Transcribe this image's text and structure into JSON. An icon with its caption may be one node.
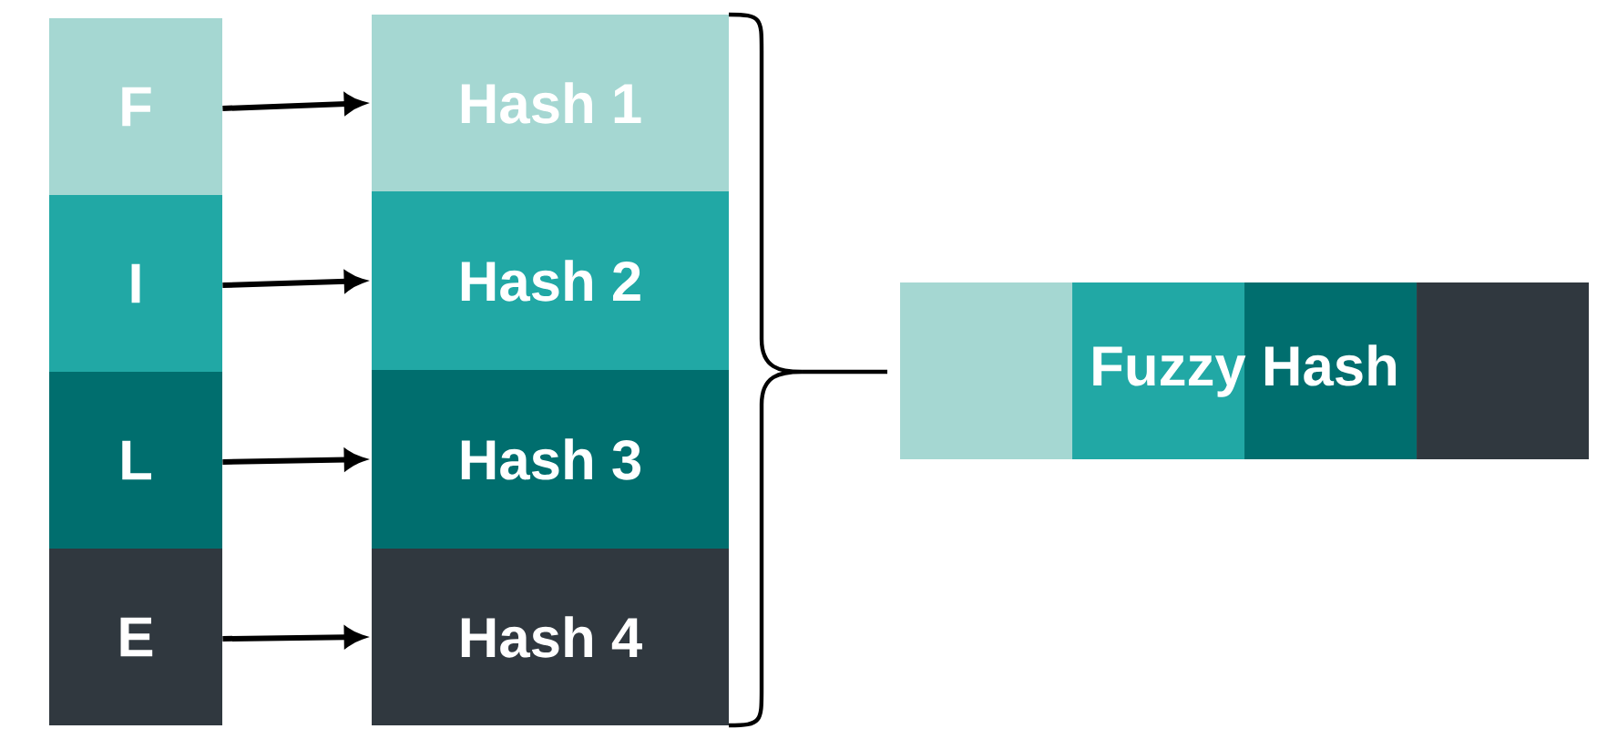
{
  "diagram": {
    "nodes": [
      {
        "text": [
          "F"
        ]
      },
      {
        "text": [
          "I"
        ]
      },
      {
        "text": [
          "L"
        ]
      },
      {
        "text": [
          "E"
        ]
      },
      {
        "text": [
          "Hash 1"
        ]
      },
      {
        "text": [
          "Hash 2"
        ]
      },
      {
        "text": [
          "Hash 3"
        ]
      },
      {
        "text": [
          "Hash 4"
        ]
      },
      {
        "text": [
          "Fuzzy Hash"
        ]
      }
    ],
    "edges": [
      {
        "from": 0,
        "to": 4,
        "arrow": "to"
      },
      {
        "from": 1,
        "to": 5,
        "arrow": "to"
      },
      {
        "from": 2,
        "to": 6,
        "arrow": "to"
      },
      {
        "from": 3,
        "to": 7,
        "arrow": "to"
      }
    ]
  }
}
